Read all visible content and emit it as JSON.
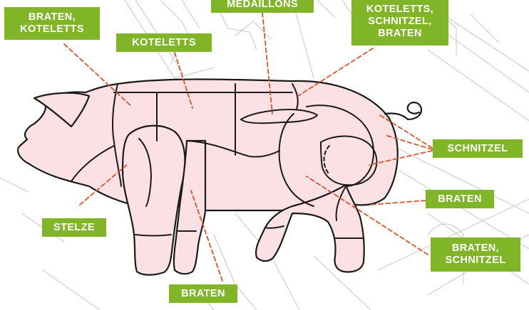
{
  "diagram": {
    "colors": {
      "label_background": "#7fb526",
      "label_text": "#ffffff",
      "pig_fill": "#fbe1e3",
      "pig_outline": "#1a1a1a",
      "leader_line": "#d9532c",
      "background_sketch": "#c9c9c9"
    },
    "labels": [
      {
        "id": "braten-koteletts-top-left",
        "lines": [
          "BRATEN,",
          "KOTELETTS"
        ]
      },
      {
        "id": "medaillons",
        "lines": [
          "MEDAILLONS"
        ]
      },
      {
        "id": "koteletts-schnitzel-braten",
        "lines": [
          "KOTELETTS,",
          "SCHNITZEL,",
          "BRATEN"
        ]
      },
      {
        "id": "koteletts",
        "lines": [
          "KOTELETTS"
        ]
      },
      {
        "id": "schnitzel",
        "lines": [
          "SCHNITZEL"
        ]
      },
      {
        "id": "braten-right",
        "lines": [
          "BRATEN"
        ]
      },
      {
        "id": "braten-schnitzel",
        "lines": [
          "BRATEN,",
          "SCHNITZEL"
        ]
      },
      {
        "id": "stelze",
        "lines": [
          "STELZE"
        ]
      },
      {
        "id": "braten-bottom",
        "lines": [
          "BRATEN"
        ]
      }
    ]
  }
}
